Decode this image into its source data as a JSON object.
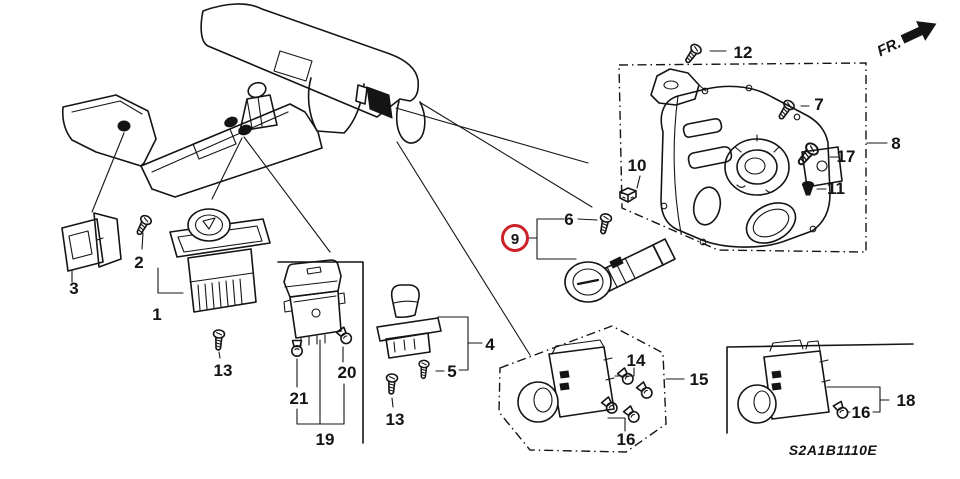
{
  "diagram": {
    "code": "S2A1B1110E",
    "direction_label": "FR.",
    "highlighted_callout": "9",
    "colors": {
      "ink": "#141414",
      "highlight_ring": "#cc2128",
      "paper": "#ffffff"
    },
    "callouts": {
      "c1": {
        "label": "1"
      },
      "c2": {
        "label": "2"
      },
      "c3": {
        "label": "3"
      },
      "c4": {
        "label": "4"
      },
      "c5": {
        "label": "5"
      },
      "c6": {
        "label": "6"
      },
      "c7": {
        "label": "7"
      },
      "c8": {
        "label": "8"
      },
      "c9": {
        "label": "9"
      },
      "c10": {
        "label": "10"
      },
      "c11": {
        "label": "11"
      },
      "c12": {
        "label": "12"
      },
      "c13a": {
        "label": "13"
      },
      "c13b": {
        "label": "13"
      },
      "c14": {
        "label": "14"
      },
      "c15": {
        "label": "15"
      },
      "c16a": {
        "label": "16"
      },
      "c16b": {
        "label": "16"
      },
      "c17": {
        "label": "17"
      },
      "c18": {
        "label": "18"
      },
      "c19": {
        "label": "19"
      },
      "c20": {
        "label": "20"
      },
      "c21": {
        "label": "21"
      }
    }
  }
}
